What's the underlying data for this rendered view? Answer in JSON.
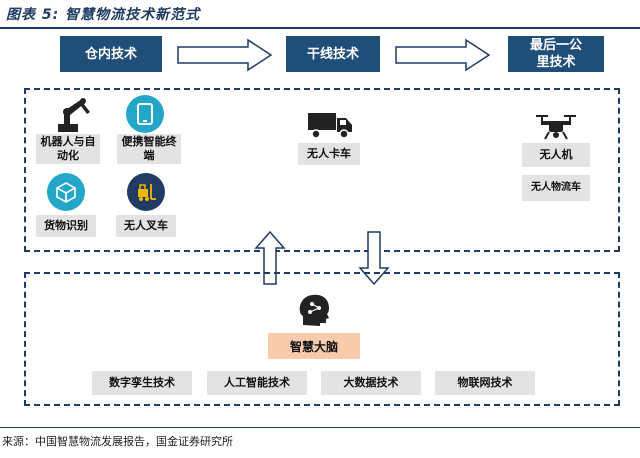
{
  "figure": {
    "title": "图表 5:  智慧物流技术新范式",
    "source": "来源：中国智慧物流发展报告，国金证券研究所"
  },
  "stages": [
    {
      "label": "仓内技术"
    },
    {
      "label": "干线技术"
    },
    {
      "label": "最后一公里技术"
    }
  ],
  "warehouse_items": [
    {
      "label": "机器人与自动化",
      "icon": "robot-arm-icon"
    },
    {
      "label": "便携智能终端",
      "icon": "handheld-device-icon"
    },
    {
      "label": "货物识别",
      "icon": "cube-scan-icon"
    },
    {
      "label": "无人叉车",
      "icon": "forklift-icon"
    }
  ],
  "trunk_items": [
    {
      "label": "无人卡车",
      "icon": "truck-icon"
    }
  ],
  "last_mile_items": [
    {
      "label": "无人机",
      "icon": "drone-icon"
    },
    {
      "label": "无人物流车"
    }
  ],
  "brain": {
    "label": "智慧大脑",
    "icon": "ai-head-icon"
  },
  "technologies": [
    {
      "label": "数字孪生技术"
    },
    {
      "label": "人工智能技术"
    },
    {
      "label": "大数据技术"
    },
    {
      "label": "物联网技术"
    }
  ],
  "colors": {
    "header_fill": "#1f4e79",
    "accent_blue": "#1f3b63",
    "icon_teal": "#22a7c9",
    "icon_navy": "#223b63",
    "brain_chip": "#f8cbad",
    "chip_gray": "#e3e3e3"
  }
}
